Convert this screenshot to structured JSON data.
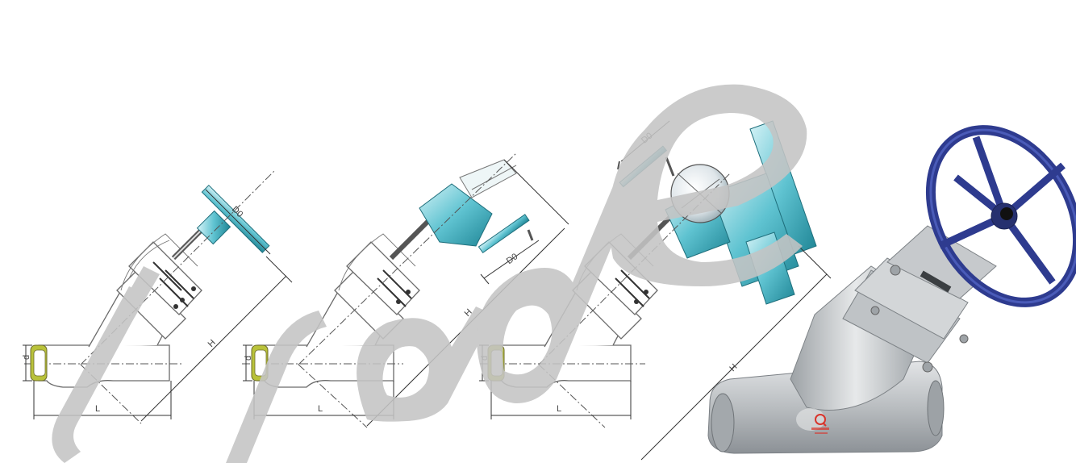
{
  "watermark": {
    "text": "trade",
    "color": "#c4c4c4"
  },
  "colors": {
    "accent": "#3bb3c3",
    "accent_dark": "#1f8595",
    "weld_end": "#b9c23a",
    "handwheel": "#2e3b8f",
    "photo_body": "#c9ccce",
    "logo": "#d9342b"
  },
  "drawings": [
    {
      "variant": "handwheel",
      "labels": {
        "d": "d",
        "L": "L",
        "H": "H",
        "D0": "D0"
      }
    },
    {
      "variant": "bevel-gear",
      "labels": {
        "d": "d",
        "L": "L",
        "H": "H",
        "D0": "D0"
      }
    },
    {
      "variant": "electric-actuator",
      "labels": {
        "d": "d",
        "L": "L",
        "H": "H",
        "D0": "D0"
      }
    }
  ],
  "photo": {
    "subject": "y-pattern-globe-valve-photo"
  }
}
